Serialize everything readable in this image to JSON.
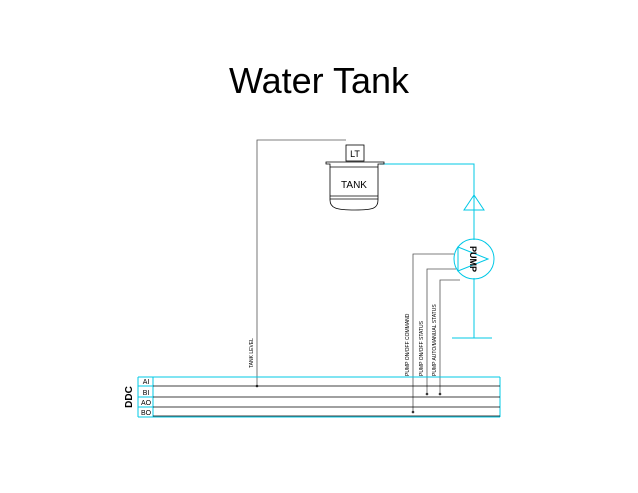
{
  "title": "Water Tank",
  "diagram": {
    "transmitter_label": "LT",
    "tank_label": "TANK",
    "pump_label": "PUMP",
    "ddc_label": "DDC",
    "ddc_rows": [
      "AI",
      "BI",
      "AO",
      "BO"
    ],
    "signals": {
      "tank_level": "TANK LEVEL",
      "pump_onoff_command": "PUMP ON/OFF COMMAND",
      "pump_onoff_status": "PUMP ON/OFF STATUS",
      "pump_auto_manual_status": "PUMP AUTO/MANUAL STATUS"
    }
  },
  "colors": {
    "pipe": "#00c8e6",
    "wire": "#555555",
    "outline": "#000000"
  }
}
